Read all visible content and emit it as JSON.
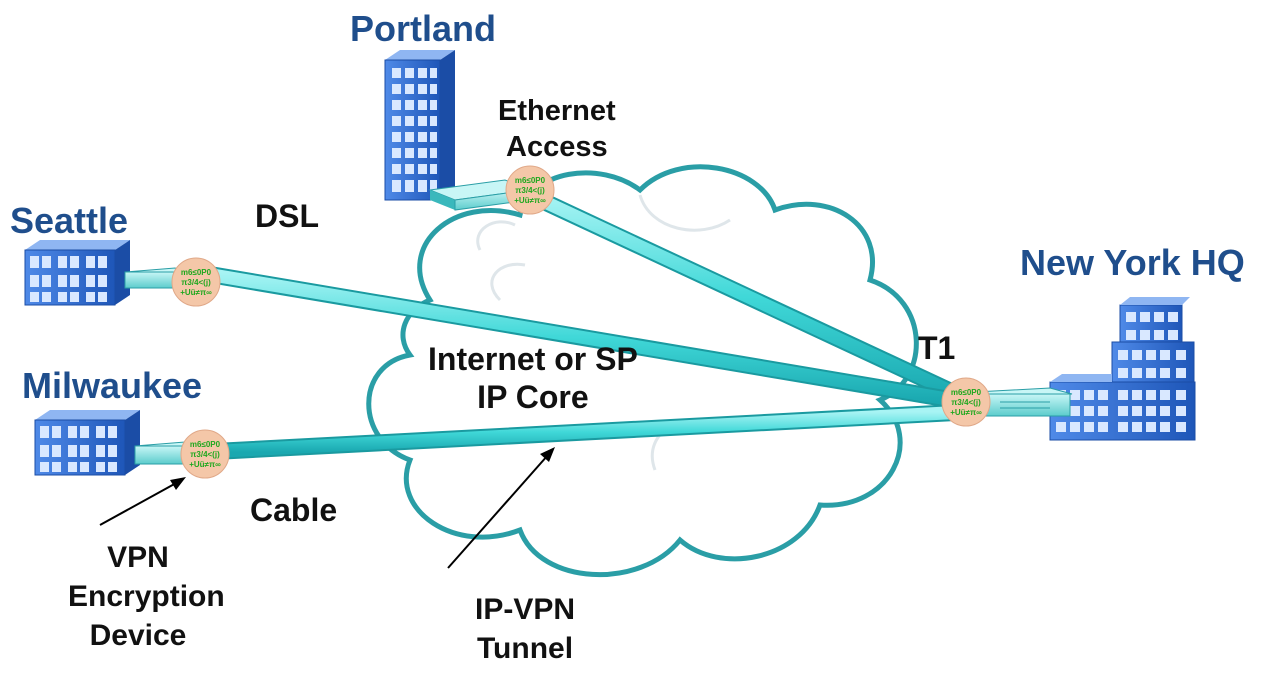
{
  "sites": {
    "portland": "Portland",
    "seattle": "Seattle",
    "milwaukee": "Milwaukee",
    "new_york": "New York HQ"
  },
  "links": {
    "ethernet_line1": "Ethernet",
    "ethernet_line2": "Access",
    "dsl": "DSL",
    "cable": "Cable",
    "t1": "T1"
  },
  "core": {
    "line1": "Internet or SP",
    "line2": "IP Core"
  },
  "callouts": {
    "vpn_line1": "VPN",
    "vpn_line2": "Encryption",
    "vpn_line3": "Device",
    "tunnel_line1": "IP-VPN",
    "tunnel_line2": "Tunnel"
  },
  "device_glyphs": {
    "line1": "m6≤0P0",
    "line2": "π3/4<(j)",
    "line3": "+Uü≠π∞"
  },
  "colors": {
    "site_label": "#1f4e8c",
    "tunnel": "#40d8d8",
    "cloud_outline": "#2a9ea6",
    "building": "#2f6fd6",
    "encryptor": "#f4c7a8",
    "router": "#7fe0e0"
  }
}
